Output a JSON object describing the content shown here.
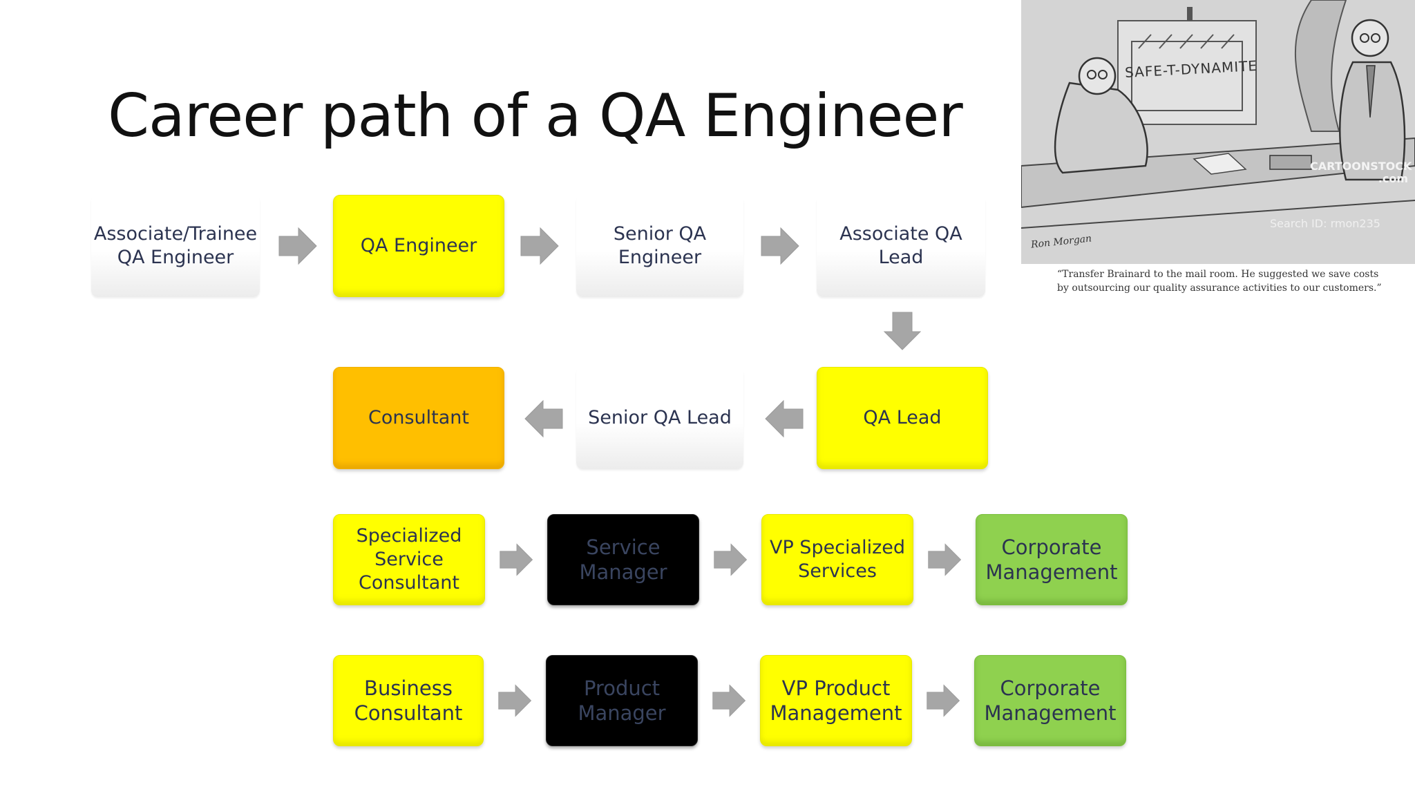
{
  "title": "Career path of a QA Engineer",
  "diagram": {
    "row1": [
      {
        "label": "Associate/Trainee QA Engineer",
        "style": "plain"
      },
      {
        "label": "QA Engineer",
        "style": "yellow"
      },
      {
        "label": "Senior QA Engineer",
        "style": "plain"
      },
      {
        "label": "Associate QA Lead",
        "style": "plain"
      }
    ],
    "row2": [
      {
        "label": "Consultant",
        "style": "orange"
      },
      {
        "label": "Senior QA Lead",
        "style": "plain"
      },
      {
        "label": "QA Lead",
        "style": "yellow"
      }
    ],
    "row3": [
      {
        "label": "Specialized Service Consultant",
        "style": "yellow"
      },
      {
        "label": "Service Manager",
        "style": "black"
      },
      {
        "label": "VP Specialized Services",
        "style": "yellow"
      },
      {
        "label": "Corporate Management",
        "style": "green"
      }
    ],
    "row4": [
      {
        "label": "Business Consultant",
        "style": "yellow"
      },
      {
        "label": "Product Manager",
        "style": "black"
      },
      {
        "label": "VP Product Management",
        "style": "yellow"
      },
      {
        "label": "Corporate Management",
        "style": "green"
      }
    ]
  },
  "colors": {
    "yellow": "#ffff00",
    "orange": "#ffbf00",
    "black": "#000000",
    "green": "#8fd14f",
    "arrow": "#a6a6a6",
    "text": "#2b3350"
  },
  "cartoon": {
    "sign": "SAFE-T-DYNAMITE",
    "watermark": "CARTOONSTOCK .com",
    "search_id": "Search ID: rmon235",
    "signature": "Ron Morgan",
    "caption": "“Transfer Brainard to the mail room. He suggested we save costs by outsourcing our quality assurance activities to our customers.”"
  }
}
